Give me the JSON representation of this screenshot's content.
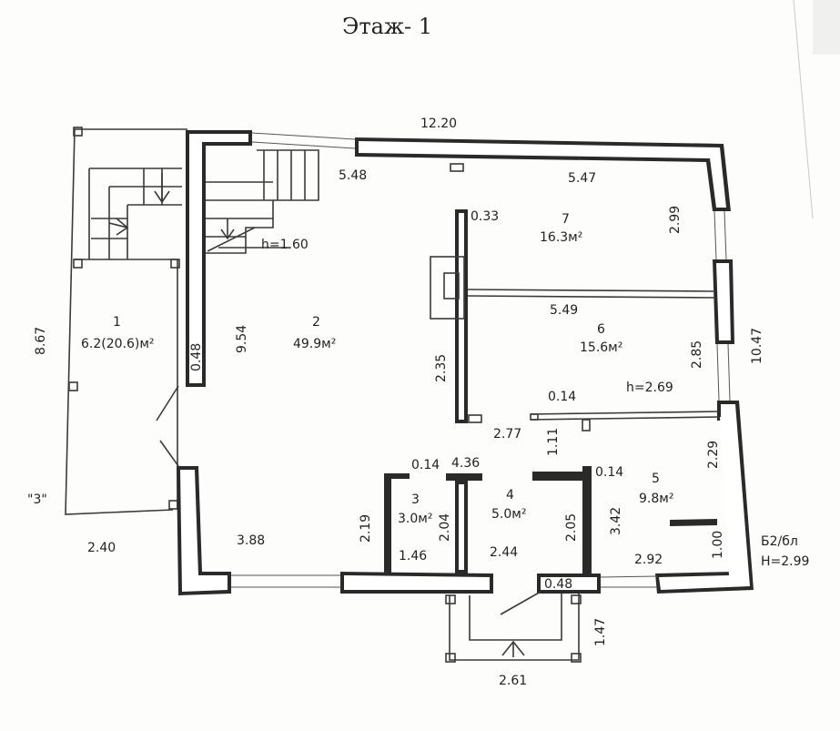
{
  "title": "Этаж- 1",
  "rooms": [
    {
      "number": "1",
      "area": "6.2(20.6)м²"
    },
    {
      "number": "2",
      "area": "49.9м²"
    },
    {
      "number": "3",
      "area": "3.0м²"
    },
    {
      "number": "4",
      "area": "5.0м²"
    },
    {
      "number": "5",
      "area": "9.8м²"
    },
    {
      "number": "6",
      "area": "15.6м²"
    },
    {
      "number": "7",
      "area": "16.3м²"
    }
  ],
  "heights": {
    "stair": "h=1.60",
    "room6": "h=2.69",
    "building": "H=2.99"
  },
  "building_class": "Б2/бл",
  "terrace_label": "\"3\"",
  "dimensions": [
    "12.20",
    "5.48",
    "5.47",
    "0.33",
    "2.99",
    "8.67",
    "0.48",
    "9.54",
    "2.35",
    "5.49",
    "2.85",
    "10.47",
    "0.14",
    "2.77",
    "1.11",
    "2.29",
    "0.14",
    "4.36",
    "0.14",
    "2.19",
    "2.04",
    "2.05",
    "3.42",
    "1.00",
    "2.40",
    "3.88",
    "1.46",
    "2.44",
    "2.92",
    "0.48",
    "1.47",
    "2.61"
  ]
}
